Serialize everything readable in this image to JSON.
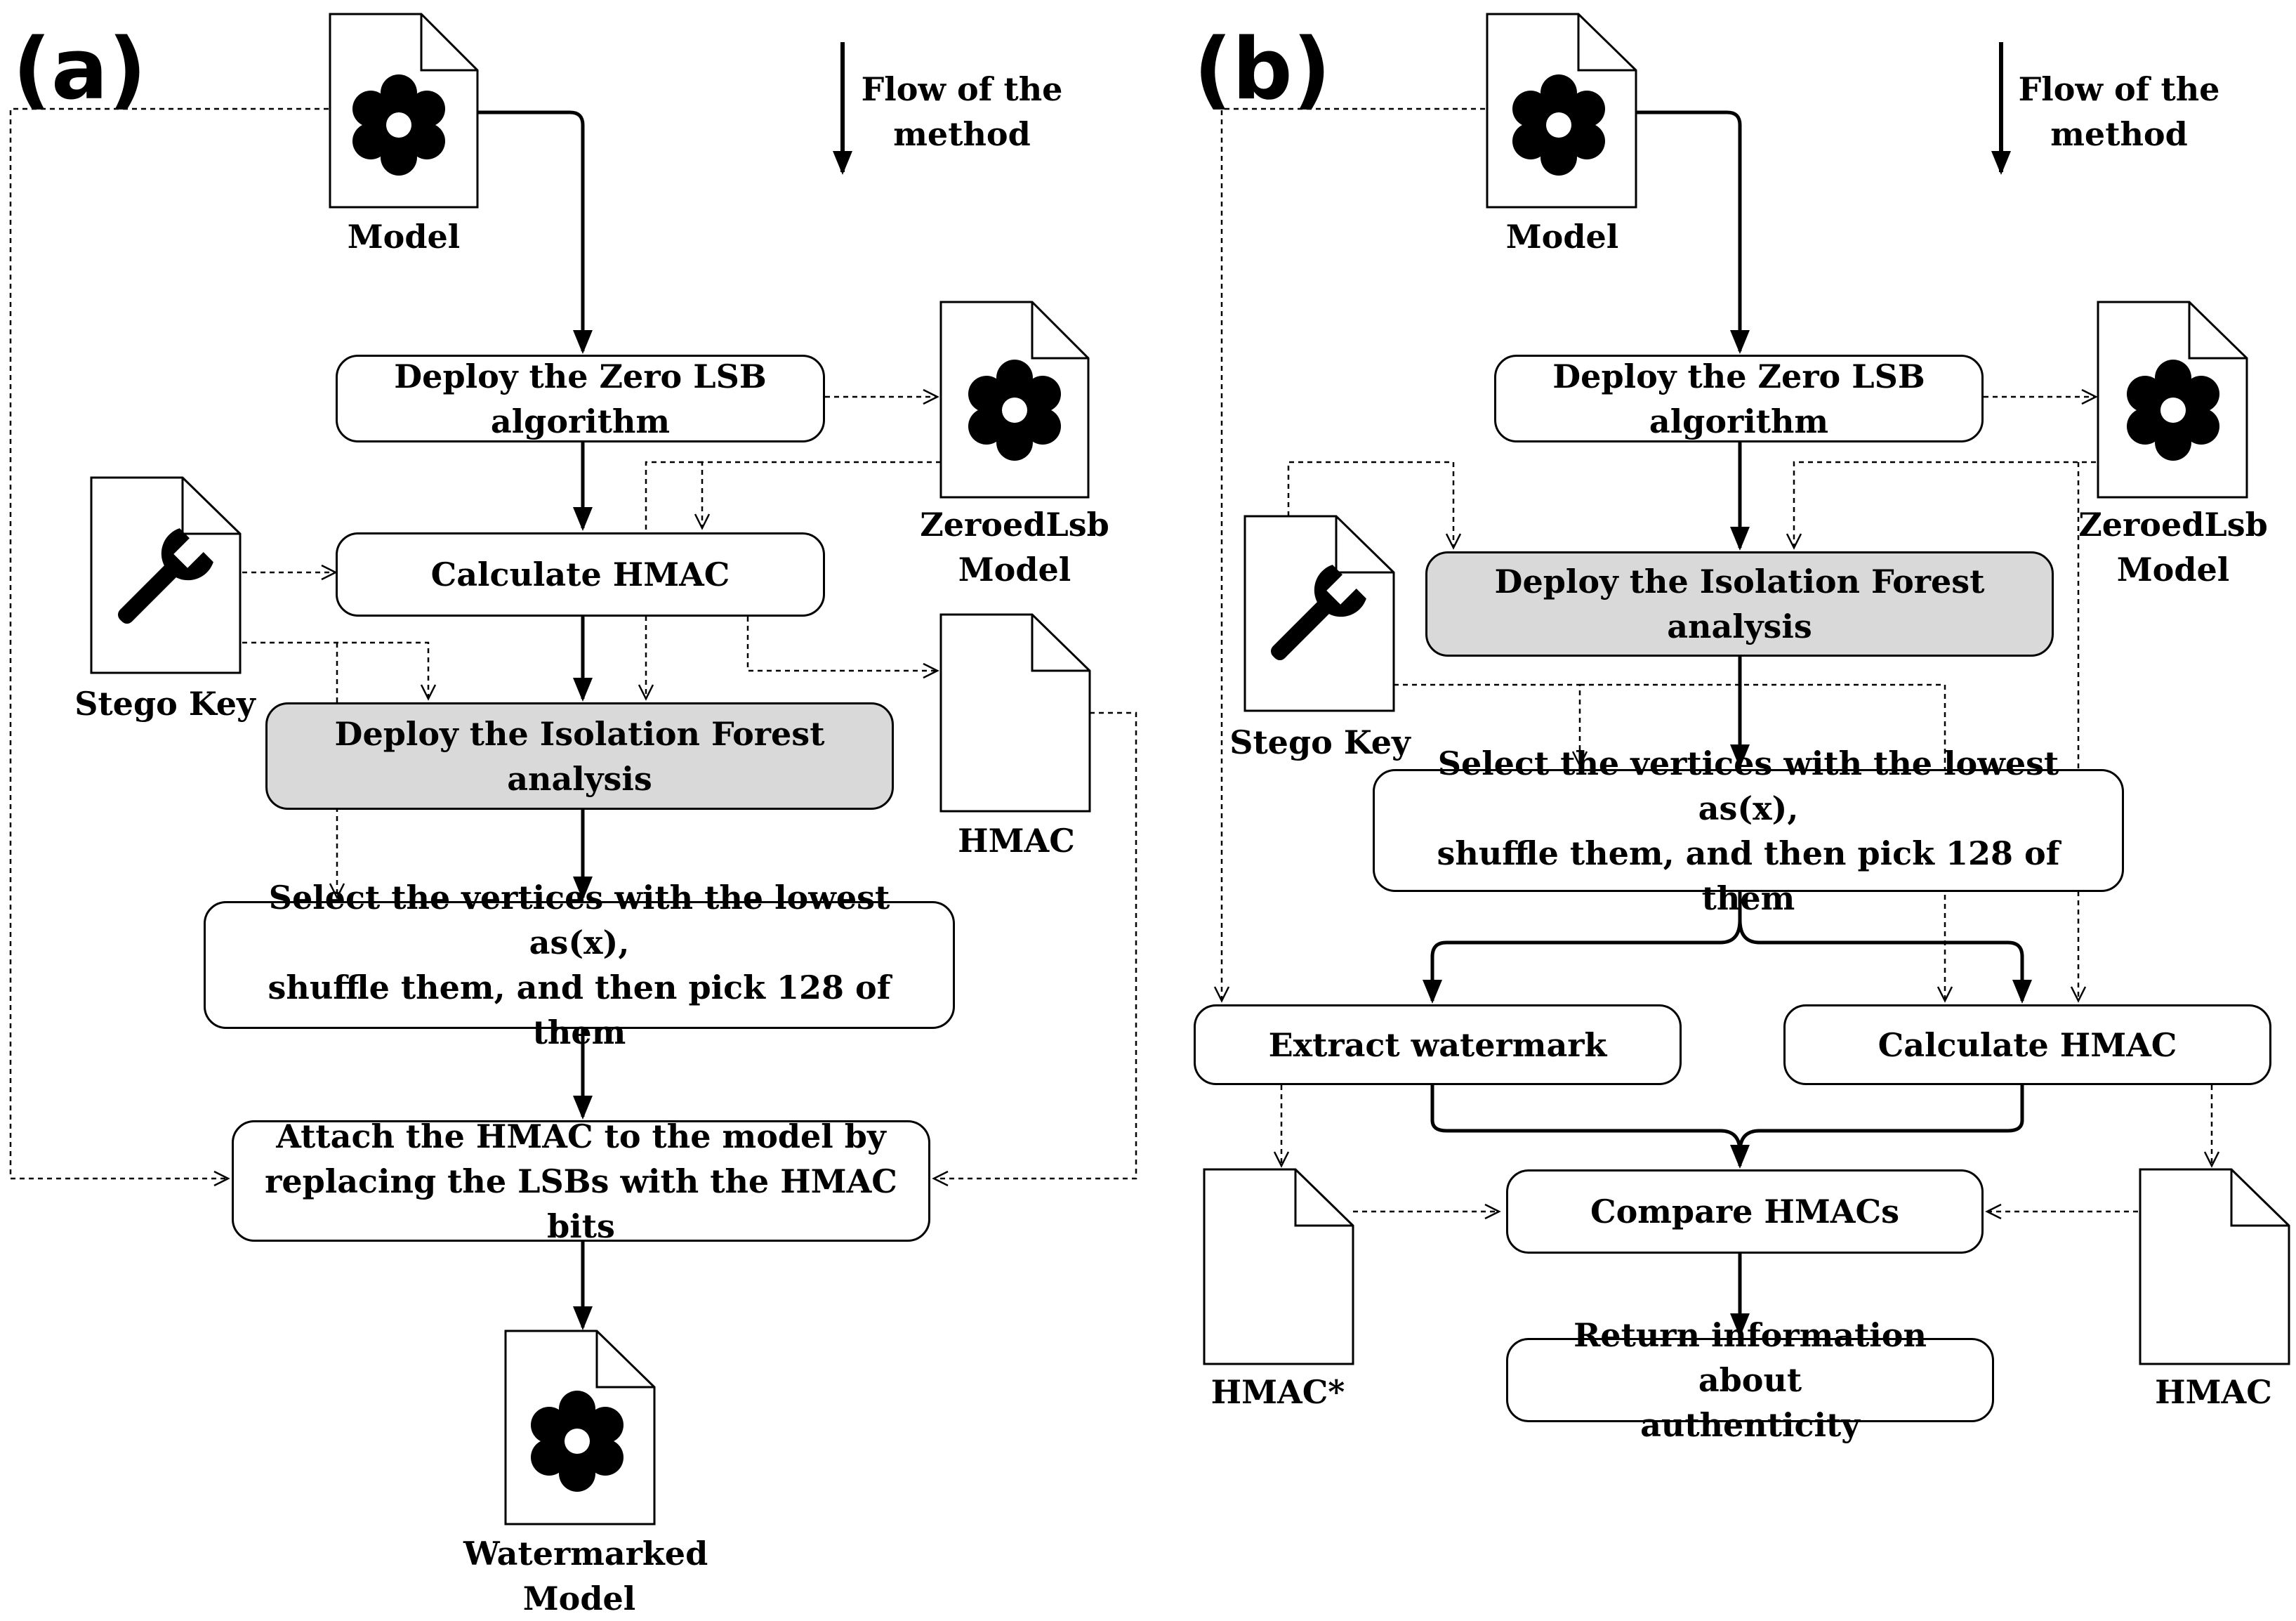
{
  "panel_a": {
    "label": "(a)",
    "flow_label": [
      "Flow of the",
      "method"
    ],
    "model_label": "Model",
    "zeroed_label": [
      "ZeroedLsb",
      "Model"
    ],
    "stego_key_label": "Stego Key",
    "hmac_label": "HMAC",
    "watermarked_label": [
      "Watermarked",
      "Model"
    ],
    "steps": {
      "zero_lsb": [
        "Deploy the Zero LSB",
        "algorithm"
      ],
      "calc_hmac": "Calculate HMAC",
      "isolation_forest": "Deploy the Isolation Forest analysis",
      "select_vertices": [
        "Select the vertices with the lowest as(x),",
        "shuffle them, and then pick 128 of them"
      ],
      "attach_hmac": [
        "Attach the HMAC to the model by",
        "replacing the LSBs with the HMAC bits"
      ]
    }
  },
  "panel_b": {
    "label": "(b)",
    "flow_label": [
      "Flow of the",
      "method"
    ],
    "model_label": "Model",
    "zeroed_label": [
      "ZeroedLsb",
      "Model"
    ],
    "stego_key_label": "Stego Key",
    "hmac_star_label": "HMAC*",
    "hmac_label": "HMAC",
    "steps": {
      "zero_lsb": [
        "Deploy the Zero LSB",
        "algorithm"
      ],
      "isolation_forest": "Deploy the Isolation Forest analysis",
      "select_vertices": [
        "Select the vertices with the lowest as(x),",
        "shuffle them, and then pick 128 of them"
      ],
      "extract_watermark": "Extract watermark",
      "calc_hmac": "Calculate HMAC",
      "compare_hmacs": "Compare HMACs",
      "return_info": [
        "Return information about",
        "authenticity"
      ]
    }
  }
}
